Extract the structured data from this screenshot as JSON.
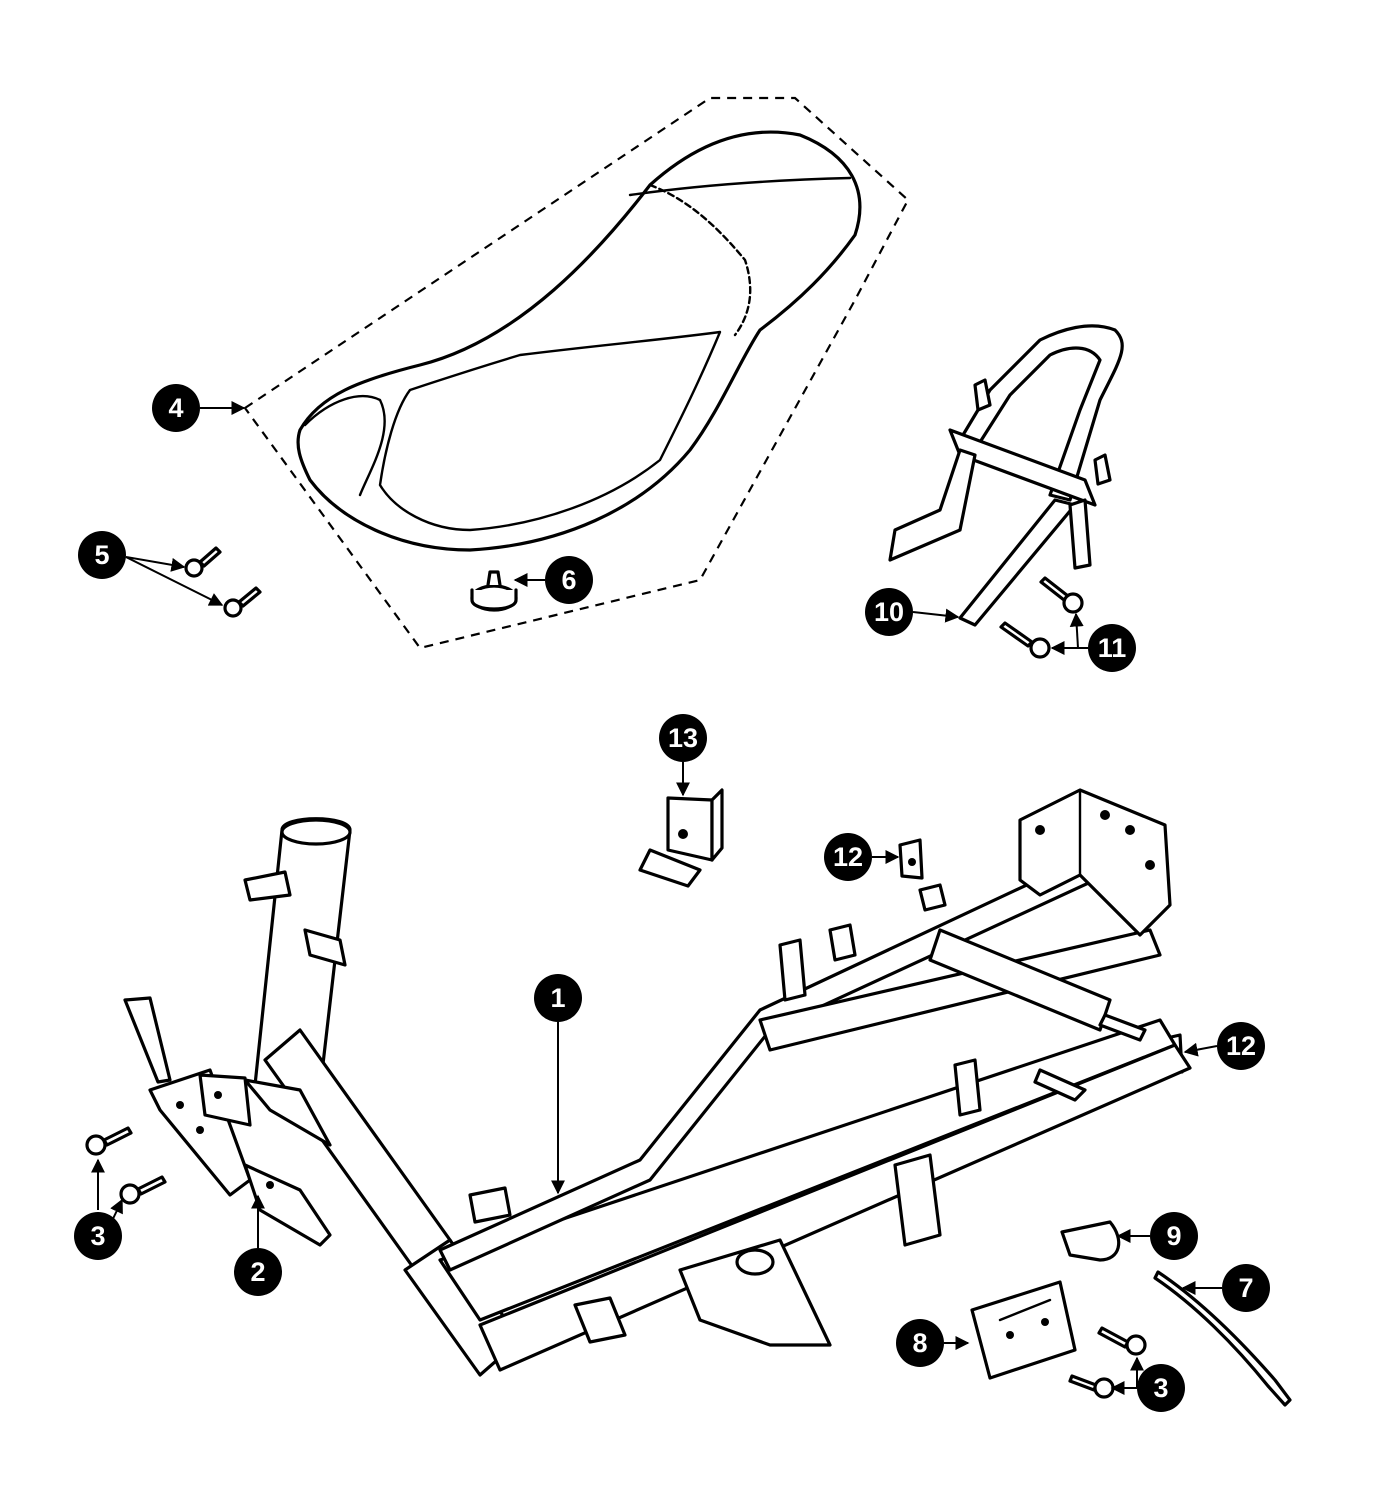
{
  "callouts": [
    {
      "label": "1"
    },
    {
      "label": "2"
    },
    {
      "label": "3"
    },
    {
      "label": "3"
    },
    {
      "label": "4"
    },
    {
      "label": "5"
    },
    {
      "label": "6"
    },
    {
      "label": "7"
    },
    {
      "label": "8"
    },
    {
      "label": "9"
    },
    {
      "label": "10"
    },
    {
      "label": "11"
    },
    {
      "label": "12"
    },
    {
      "label": "12"
    },
    {
      "label": "13"
    }
  ],
  "colors": {
    "line": "#000000",
    "background": "#ffffff",
    "callout_fill": "#000000",
    "callout_text": "#ffffff"
  }
}
